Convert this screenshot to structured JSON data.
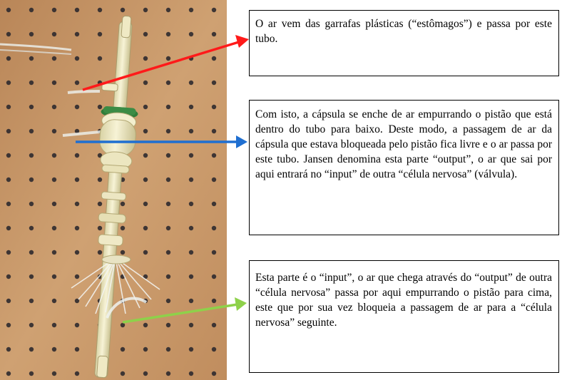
{
  "notes": {
    "top": "O ar vem das garrafas plásticas (“estômagos”) e passa por este tubo.",
    "middle": "Com isto, a cápsula se enche de ar empurrando o pistão que está dentro do tubo para baixo. Deste modo, a passagem de ar da cápsula que estava bloqueada pelo pistão fica livre e o ar passa por este tubo. Jansen denomina esta parte “output”, o ar que sai por aqui entrará no “input” de outra “célula nervosa” (válvula).",
    "bottom": "Esta parte é o “input”, o ar que chega através do “output” de outra “célula nervosa” passa por aqui empurrando o pistão para cima, este que por sua vez bloqueia a passagem de ar para a “célula nervosa” seguinte."
  },
  "arrow_colors": {
    "top": "#ff1a1a",
    "middle": "#1f6fd1",
    "bottom": "#8ed14a"
  }
}
